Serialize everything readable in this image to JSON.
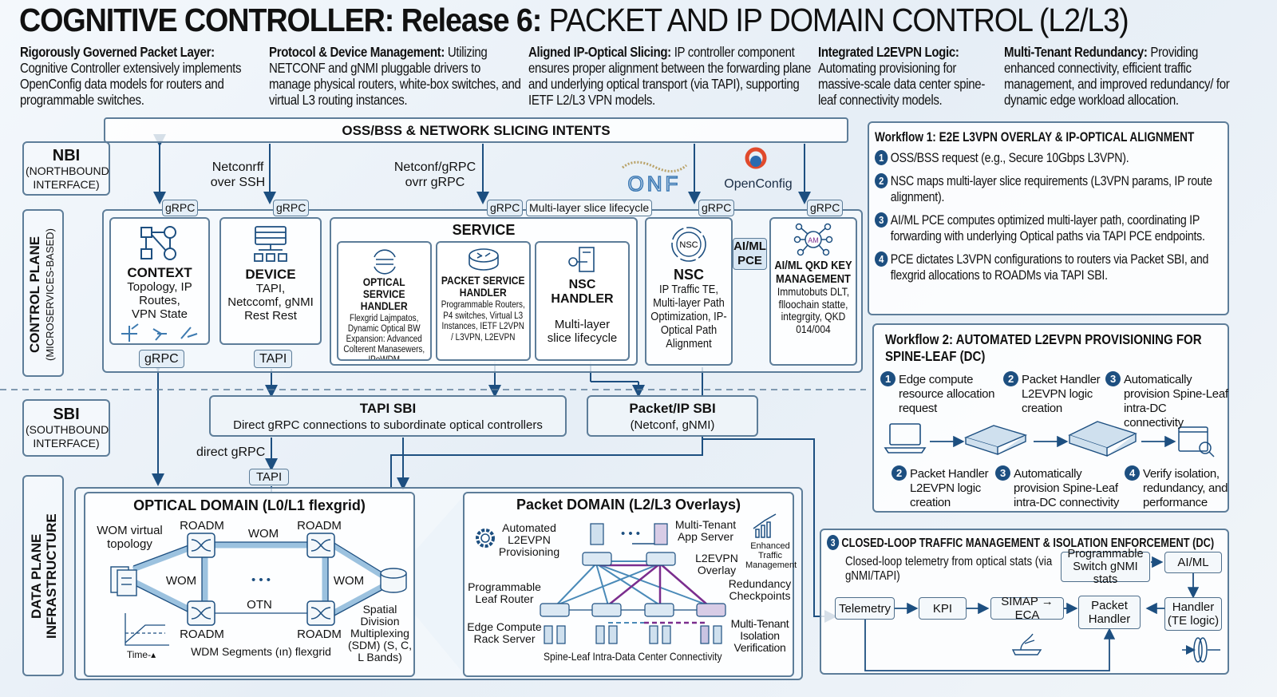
{
  "title": {
    "bold": "COGNITIVE CONTROLLER: Release 6:",
    "rest": "PACKET AND IP DOMAIN CONTROL (L2/L3)"
  },
  "intro": [
    {
      "head": "Rigorously Governed Packet Layer:",
      "body": "Cognitive Controller extensively implements OpenConfig data models for routers and programmable switches."
    },
    {
      "head": "Protocol & Device Management:",
      "body": "Utilizing NETCONF and gNMI pluggable drivers to manage physical routers, white-box switches, and virtual L3 routing instances."
    },
    {
      "head": "Aligned IP-Optical Slicing:",
      "body": "IP controller component ensures proper alignment between the forwarding plane and underlying optical transport (via TAPI), supporting IETF L2/L3 VPN models."
    },
    {
      "head": "Integrated L2EVPN Logic:",
      "body": "Automating provisioning for massive-scale data center spine-leaf connectivity models."
    },
    {
      "head": "Multi-Tenant Redundancy:",
      "body": "Providing enhanced connectivity, efficient traffic management, and improved redundancy/ for dynamic edge workload allocation."
    }
  ],
  "oss": "OSS/BSS & NETWORK SLICING INTENTS",
  "nbi": {
    "title": "NBI",
    "sub": "(NORTHBOUND INTERFACE)"
  },
  "sbi": {
    "title": "SBI",
    "sub": "(SOUTHBOUND INTERFACE)"
  },
  "control_plane": {
    "title": "CONTROL PLANE",
    "sub": "(MICROSERVICES-BASED)"
  },
  "data_plane": {
    "title": "DATA PLANE",
    "sub": "INFRASTRUCTURE"
  },
  "nbi_links": {
    "netconf_ssh": "Netconrff over SSH",
    "netconf_grpc": "Netconf/gRPC ovrr gRPC"
  },
  "logos": {
    "onf": "ONF",
    "openconfig": "OpenConfig"
  },
  "tags": {
    "grpc": "gRPC",
    "tapi": "TAPI",
    "multilayer": "Multi-layer slice lifecycle",
    "aiml_pce": "AI/ML PCE",
    "direct_grpc": "direct gRPC"
  },
  "context": {
    "title": "CONTEXT",
    "body": "Topology, IP Routes, VPN State"
  },
  "device": {
    "title": "DEVICE",
    "body": "TAPI, Netccomf, gNMI Rest Rest"
  },
  "service": {
    "title": "SERVICE",
    "optical": {
      "title": "OPTICAL SERVICE HANDLER",
      "body": "Flexgrid Lajmpatos, Dynamic Optical BW Expansion: Advanced Colterent Manasewers, IPoWDM"
    },
    "packet": {
      "title": "PACKET SERVICE HANDLER",
      "body": "Programmable Routers, P4 switches, Virtual L3 Instances, IETF L2VPN / L3VPN, L2EVPN"
    },
    "nsc_handler": {
      "title": "NSC HANDLER",
      "body": "Multi-layer slice lifecycle"
    }
  },
  "nsc": {
    "title": "NSC",
    "icon_text": "NSC",
    "body": "IP Traffic TE, Multi-layer Path Optimization, IP-Optical Path Alignment"
  },
  "qkd": {
    "title": "AI/ML QKD KEY MANAGEMENT",
    "icon_text": "AM",
    "body": "Immutobuts DLT, flloochain statte, integrgity, QKD 014/004"
  },
  "tapi_sbi": {
    "title": "TAPI SBI",
    "body": "Direct gRPC connections to subordinate optical controllers"
  },
  "packet_sbi": {
    "title": "Packet/IP SBI",
    "body": "(Netconf, gNMI)"
  },
  "optical_domain": {
    "title": "OPTICAL DOMAIN (L0/L1 flexgrid)",
    "wom_virtual": "WOM virtual topology",
    "roadm": "ROADM",
    "wom": "WOM",
    "otn": "OTN",
    "dots": "• • •",
    "sdm": "Spatial Division Multiplexing (SDM) (S, C, L Bands)",
    "wdm": "WDM Segments (ın) flexgrid",
    "time": "Time-▴"
  },
  "packet_domain": {
    "title": "Packet DOMAIN (L2/L3 Overlays)",
    "auto": "Automated L2EVPN Provisioning",
    "mt_app": "Multi-Tenant App Server",
    "enhanced": "Enhanced Traffic Management",
    "overlay": "L2EVPN Overlay",
    "leaf": "Programmable Leaf Router",
    "redundancy": "Redundancy Checkpoints",
    "edge": "Edge Compute Rack Server",
    "isolation": "Multi-Tenant Isolation Verification",
    "spine_leaf": "Spine-Leaf Intra-Data Center Connectivity",
    "dots": "• • •"
  },
  "workflow1": {
    "title": "Workflow 1: E2E L3VPN OVERLAY & IP-OPTICAL ALIGNMENT",
    "steps": [
      {
        "n": "1",
        "text": "OSS/BSS request (e.g., Secure 10Gbps L3VPN)."
      },
      {
        "n": "2",
        "text": "NSC maps multi-layer slice requirements (L3VPN params, IP route alignment)."
      },
      {
        "n": "3",
        "text": "AI/ML PCE computes optimized multi-layer path, coordinating IP forwarding with underlying Optical paths via TAPI PCE endpoints."
      },
      {
        "n": "4",
        "text": "PCE dictates L3VPN configurations to routers via Packet SBI, and flexgrid allocations to ROADMs via TAPI SBI."
      }
    ]
  },
  "workflow2": {
    "title": "Workflow 2: AUTOMATED L2EVPN PROVISIONING FOR SPINE-LEAF (DC)",
    "top": [
      {
        "n": "1",
        "text": "Edge compute resource allocation request"
      },
      {
        "n": "2",
        "text": "Packet Handler L2EVPN logic creation"
      },
      {
        "n": "3",
        "text": "Automatically provision Spine-Leaf intra-DC connectivity"
      }
    ],
    "bottom": [
      {
        "n": "2",
        "text": "Packet Handler L2EVPN logic creation"
      },
      {
        "n": "3",
        "text": "Automatically provision Spine-Leaf intra-DC connectivity"
      },
      {
        "n": "4",
        "text": "Verify isolation, redundancy, and performance"
      }
    ]
  },
  "closed_loop": {
    "n": "3",
    "title": "CLOSED-LOOP TRAFFIC MANAGEMENT & ISOLATION ENFORCEMENT (DC)",
    "desc": "Closed-loop telemetry from optical stats (via gNMI/TAPI)",
    "prog": "Programmable Switch gNMI stats",
    "aiml": "AI/ML",
    "telemetry": "Telemetry",
    "kpi": "KPI",
    "simap": "SIMAP → ECA",
    "packet_handler": "Packet Handler",
    "handler": "Handler (TE logic)"
  },
  "colors": {
    "accent": "#1d4f80",
    "border": "#5d7d99",
    "purple": "#7b2d8e",
    "link": "#4a8ab8"
  }
}
